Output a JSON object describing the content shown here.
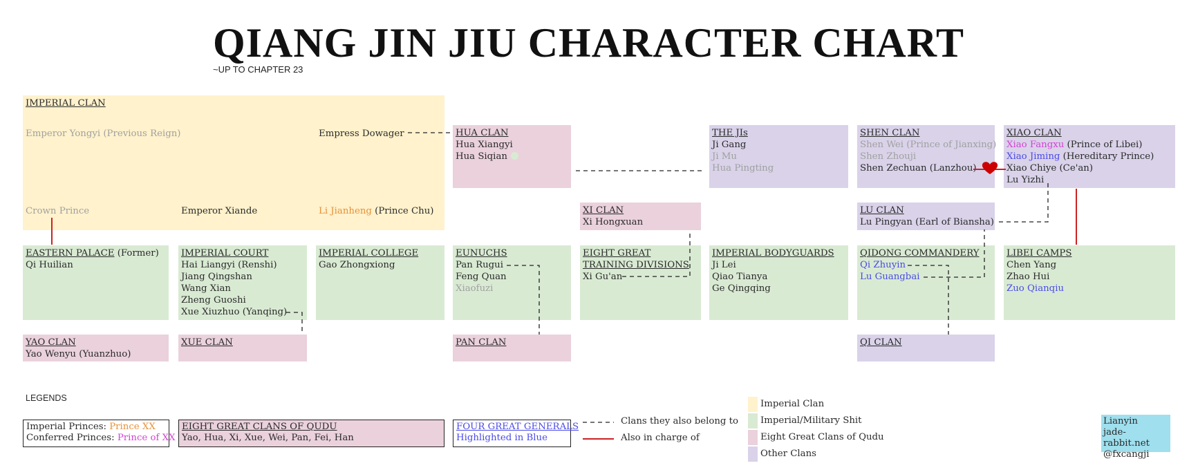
{
  "title": "QIANG JIN JIU CHARACTER CHART",
  "subtitle": "~UP TO CHAPTER 23",
  "imperial_clan": {
    "header": "IMPERIAL CLAN",
    "yongyi": "Emperor Yongyi (Previous Reign)",
    "empress": "Empress Dowager",
    "crown_prince": "Crown Prince",
    "xiande": "Emperor Xiande",
    "li_jianheng": "Li Jianheng",
    "li_jianheng_title": " (Prince Chu)"
  },
  "hua_clan": {
    "header": "HUA CLAN",
    "members": [
      "Hua Xiangyi",
      "Hua Siqian"
    ]
  },
  "the_jis": {
    "header": "THE JIs",
    "member_active": "Ji Gang",
    "members_grey": [
      "Ji Mu",
      "Hua Pingting"
    ]
  },
  "shen_clan": {
    "header": "SHEN CLAN",
    "members_grey": [
      "Shen Wei (Prince of Jianxing)",
      "Shen Zhouji"
    ],
    "member_active": "Shen Zechuan (Lanzhou)"
  },
  "xiao_clan": {
    "header": "XIAO CLAN",
    "fangxu": "Xiao Fangxu",
    "fangxu_title": " (Prince of Libei)",
    "jiming": "Xiao Jiming",
    "jiming_title": " (Hereditary Prince)",
    "chiye": "Xiao Chiye (Ce'an)",
    "lu_yizhi": "Lu Yizhi"
  },
  "xi_clan": {
    "header": "XI CLAN",
    "members": [
      "Xi Hongxuan"
    ]
  },
  "lu_clan": {
    "header": "LU CLAN",
    "members": [
      "Lu Pingyan (Earl of Biansha)"
    ]
  },
  "eastern_palace": {
    "header": "EASTERN PALACE",
    "header_suffix": " (Former)",
    "members": [
      "Qi Huilian"
    ]
  },
  "imperial_court": {
    "header": "IMPERIAL COURT",
    "members": [
      "Hai Liangyi (Renshi)",
      "Jiang Qingshan",
      "Wang Xian",
      "Zheng Guoshi",
      "Xue Xiuzhuo (Yanqing)"
    ]
  },
  "imperial_college": {
    "header": "IMPERIAL COLLEGE",
    "members": [
      "Gao Zhongxiong"
    ]
  },
  "eunuchs": {
    "header": "EUNUCHS",
    "members": [
      "Pan Rugui",
      "Feng Quan"
    ],
    "members_grey": [
      "Xiaofuzi"
    ]
  },
  "eight_great_training": {
    "header_line1": "EIGHT GREAT",
    "header_line2": "TRAINING DIVISIONS",
    "members": [
      "Xi Gu'an"
    ]
  },
  "imperial_bodyguards": {
    "header": "IMPERIAL BODYGUARDS",
    "members": [
      "Ji Lei",
      "Qiao Tianya",
      "Ge Qingqing"
    ]
  },
  "qidong_commandery": {
    "header": "QIDONG COMMANDERY",
    "members_blue": [
      "Qi Zhuyin",
      "Lu Guangbai"
    ]
  },
  "libei_camps": {
    "header": "LIBEI CAMPS",
    "members": [
      "Chen Yang",
      "Zhao Hui"
    ],
    "members_blue": [
      "Zuo Qianqiu"
    ]
  },
  "yao_clan": {
    "header": "YAO CLAN",
    "members": [
      "Yao Wenyu (Yuanzhuo)"
    ]
  },
  "xue_clan": {
    "header": "XUE CLAN"
  },
  "pan_clan": {
    "header": "PAN CLAN"
  },
  "qi_clan": {
    "header": "QI CLAN"
  },
  "legends": {
    "heading": "LEGENDS",
    "princes_label_1": "Imperial Princes: ",
    "princes_value_1": "Prince XX",
    "princes_label_2": "Conferred Princes: ",
    "princes_value_2": "Prince of XX",
    "eight_clans_header": "EIGHT GREAT CLANS OF QUDU",
    "eight_clans_list": "Yao, Hua, Xi, Xue, Wei, Pan, Fei, Han",
    "generals_header": "FOUR GREAT GENERALS",
    "generals_note": "Highlighted in Blue",
    "dashed_label": "Clans they also belong to",
    "red_label": "Also in charge of",
    "swatch_imperial": "Imperial Clan",
    "swatch_military": "Imperial/Military Shit",
    "swatch_eight": "Eight Great Clans of Qudu",
    "swatch_other": "Other Clans"
  },
  "credit": {
    "line1": "Lianyin",
    "line2": "jade-rabbit.net",
    "line3": "@fxcangji"
  },
  "colors": {
    "imperial": "#fff2cc",
    "military": "#d9ead3",
    "eight_clans": "#ead1dc",
    "other": "#d9d2e9",
    "red_line": "#cc2222",
    "heart": "#cc0000",
    "credit_bg": "#9fdfee",
    "orange": "#e69138",
    "magenta": "#d442d4",
    "blue": "#4a4ae8"
  }
}
